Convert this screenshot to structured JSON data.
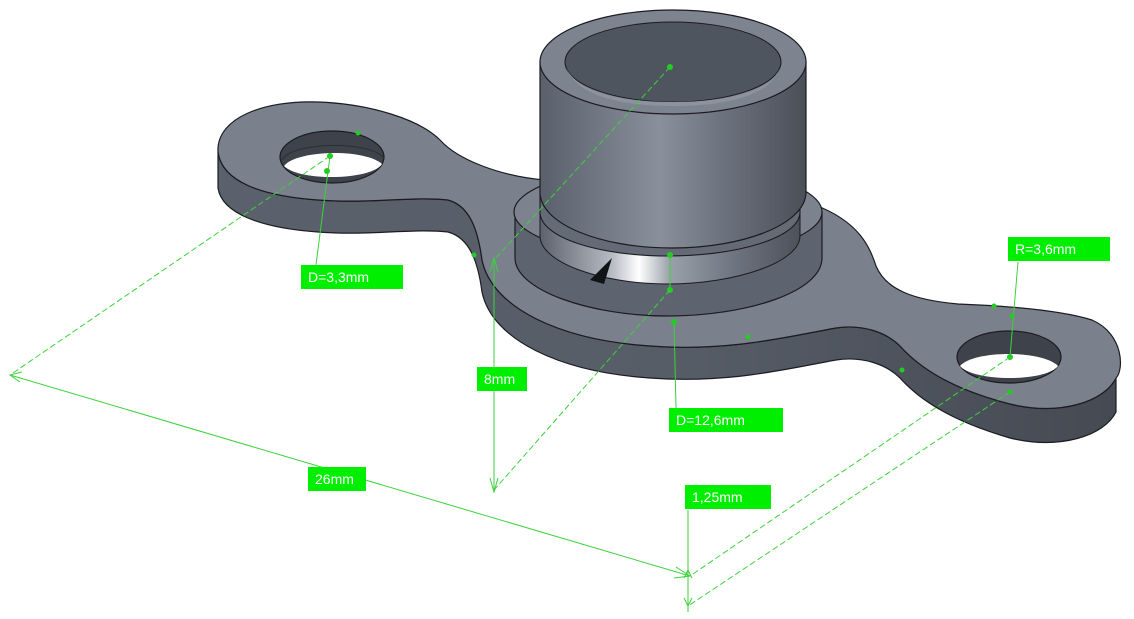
{
  "annotations": {
    "hole_diameter": "D=3,3mm",
    "end_radius": "R=3,6mm",
    "height": "8mm",
    "boss_diameter": "D=12,6mm",
    "overall_length": "26mm",
    "thickness": "1,25mm"
  },
  "colors": {
    "body": "#6f7681",
    "top_face": "#808894",
    "side_face": "#505661",
    "edge": "#1a1c20",
    "dimension_line": "#3cd23c",
    "label_background": "#00ee00",
    "label_text": "#ffffff"
  }
}
